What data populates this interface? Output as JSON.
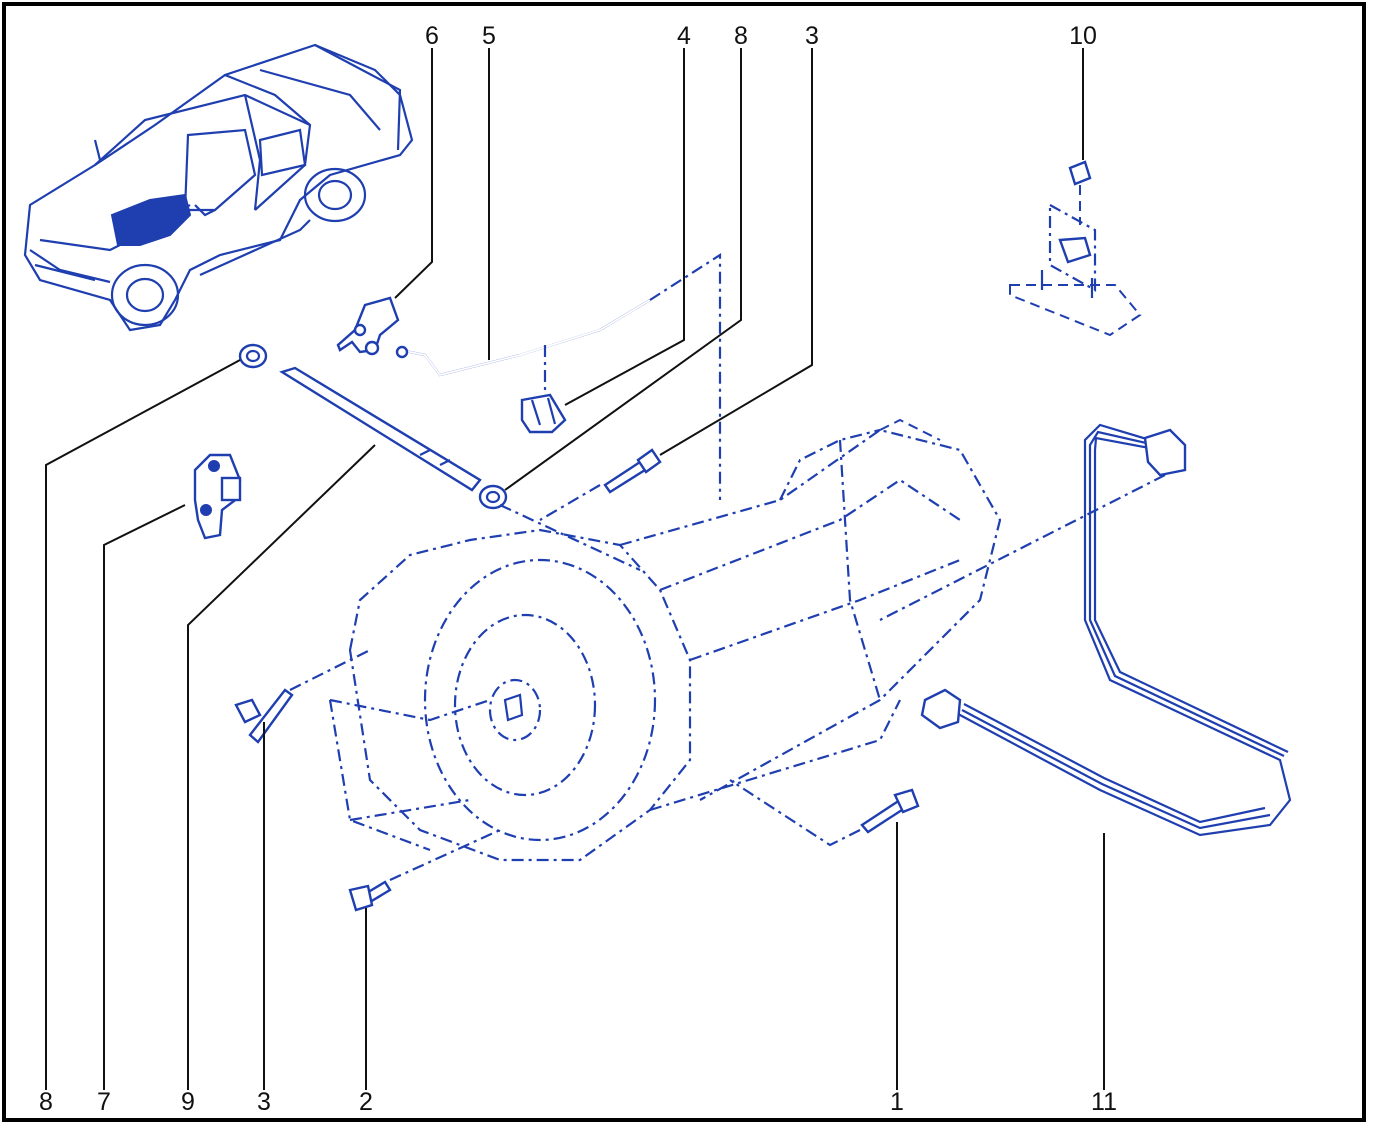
{
  "colors": {
    "line": "#1f3fb0",
    "text": "#111111",
    "border": "#000000"
  },
  "callouts": {
    "top_6": "6",
    "top_5": "5",
    "top_4": "4",
    "top_8": "8",
    "top_3": "3",
    "top_10": "10",
    "bot_8": "8",
    "bot_7": "7",
    "bot_9": "9",
    "bot_3": "3",
    "bot_2": "2",
    "bot_1": "1",
    "bot_11": "11"
  }
}
